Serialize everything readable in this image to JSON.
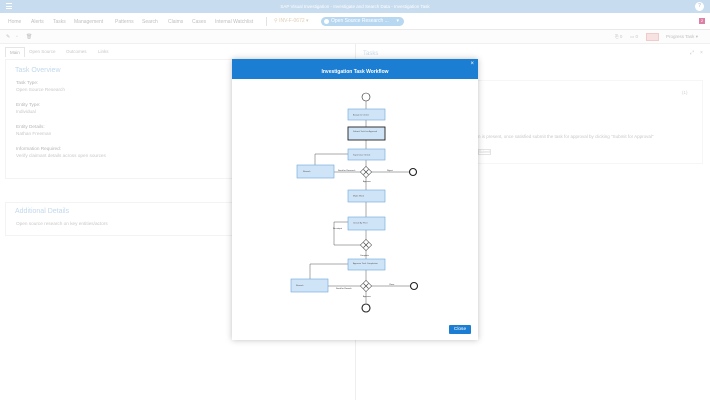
{
  "window": {
    "title": "SAP Visual Investigation - Investigate and Search Data - Investigation Task"
  },
  "nav": {
    "items": [
      "Home",
      "Alerts",
      "Tasks",
      "Management",
      "Patterns",
      "Search",
      "Claims",
      "Cases",
      "Internal Watchlist"
    ],
    "crumb": "INV-F-0672",
    "active_pill": "Open Source Research ...",
    "badge": "2"
  },
  "toolbar": {
    "comments_count": "0",
    "attach_count": "0",
    "progress_label": "Progress Task"
  },
  "task": {
    "tabs": [
      "Main",
      "Open Source",
      "Outcomes",
      "Links"
    ],
    "overview_heading": "Task Overview",
    "fields": [
      {
        "label": "Task Type:",
        "value": "Open Source Research"
      },
      {
        "label": "Entity Type:",
        "value": "Individual"
      },
      {
        "label": "Entity Details:",
        "value": "Nathan Freeman"
      },
      {
        "label": "Information Required:",
        "value": "Verify claimant details across open sources"
      }
    ],
    "additional_heading": "Additional Details",
    "additional_text": "Open source research on key entities/actors"
  },
  "right": {
    "heading": "Tasks",
    "count": "(1)",
    "message": "n is present, once satisfied submit the task for approval by clicking \"Submit for Approval\"",
    "button": "Submit"
  },
  "modal": {
    "title": "Investigation Task Workflow",
    "close_label": "Close"
  },
  "workflow": {
    "tasks": [
      "Assign to Owner",
      "Submit Task for Approval",
      "Supervisor Check",
      "Rework",
      "Make Work",
      "Check By Peer",
      "Approve Task Completion",
      "Rework"
    ],
    "edge_labels": [
      "Send for Research",
      "Reject",
      "Approve",
      "No output",
      "Complete",
      "Send for Rework",
      "Close",
      "Approve"
    ]
  }
}
